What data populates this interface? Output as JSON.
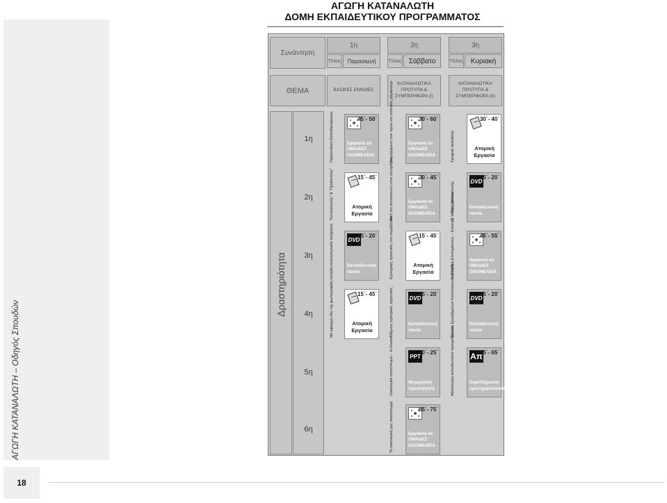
{
  "doc": {
    "title": "ΑΓΩΓΗ ΚΑΤΑΝΑΛΩΤΗ",
    "subtitle": "ΔΟΜΗ ΕΚΠΑΙΔΕΥΤΙΚΟΥ ΠΡΟΓΡΑΜΜΑΤΟΣ",
    "side_text": "ΑΓΩΓΗ ΚΑΤΑΝΑΛΩΤΗ – Οδηγός Σπουδών",
    "page_number": "18"
  },
  "header": {
    "meeting_label": "Συνάντηση",
    "theme_label": "ΘΕΜΑ",
    "activity_label": "Δραστηριότητα",
    "title_word": "Τίτλος",
    "days": [
      {
        "num": "1η",
        "name": "Παρασκευή"
      },
      {
        "num": "2η",
        "name": "Σάββατο"
      },
      {
        "num": "3η",
        "name": "Κυριακή"
      }
    ],
    "themes": [
      "ΒΑΣΙΚΕΣ ΕΝΝΟΙΕΣ",
      "ΚΑΤΑΝΑΛΩΤΙΚΑ ΠΡΟΤΥΠΑ & ΣΥΜΠΕΡΙΦΟΡΑ (I)",
      "ΚΑΤΑΝΑΛΩΤΙΚΑ ΠΡΟΤΥΠΑ & ΣΥΜΠΕΡΙΦΟΡΑ (II)"
    ]
  },
  "rows": [
    "1η",
    "2η",
    "3η",
    "4η",
    "5η",
    "6η"
  ],
  "labels": {
    "group": "Εργασία σε ΟΜΑΔΕΣ ΟΛΟΜΕΛΕΙΑ",
    "individual": "Ατομική Εργασία",
    "video": "Εκπαιδευτική ταινία",
    "theory": "Θεωρητική προσέγγιση",
    "questionnaire": "Συμπλήρωση ερωτηματολογίου"
  },
  "icons": {
    "dvd": "DVD",
    "ppt": "PPT",
    "ap": "Aπ"
  },
  "cells": {
    "d1r1": {
      "topic": "Παρουσίαση Εκπαιδευόμενων",
      "dur": "45΄- 50΄"
    },
    "d1r2": {
      "topic": "“Καταναλωτής” & “Προϊόντα/ες”",
      "dur": "15΄- 45΄"
    },
    "d1r3": {
      "topic": "Ιστορία καταναλωτικού κινήματος",
      "dur": "15΄- 20΄"
    },
    "d1r4": {
      "topic": "Με αφορμή εδώ της φωτογραφίας…",
      "dur": "15΄- 45΄"
    },
    "d2r1": {
      "topic": "Διαμόρφωση των τιμών και πολιτικές μάρκετινγκ",
      "dur": "30΄- 60΄"
    },
    "d2r2": {
      "topic": "Από τον καταναλωτή στον αλγόριθμο",
      "dur": "30΄- 45΄"
    },
    "d2r3": {
      "topic": "Εμπορικές πρακτικές στο περιβάλλον",
      "dur": "15΄- 45΄"
    },
    "d2r4": {
      "topic": "Αθέμιτες εμπορικές πρακτικές",
      "dur": "15΄- 20΄"
    },
    "d2r5": {
      "topic": "Οικολογικό αποτύπωμα – Η έννοια",
      "dur": "10΄- 25΄"
    },
    "d2r6": {
      "topic": "Το οικολογικό μας αποτύπωμα",
      "dur": "65΄- 75΄"
    },
    "d3r1": {
      "topic": "Τροφικά σκάνδαλα",
      "dur": "30΄- 40΄"
    },
    "d3r2": {
      "topic": "Ο “καλός” καταναλωτής",
      "dur": "15΄- 20΄"
    },
    "d3r3": {
      "topic": "Εγγύηση – Επισημάνσεις – Επιλογή – Παρεμβάσεις",
      "dur": "45΄- 55΄"
    },
    "d3r4": {
      "topic": "Ένωση Εργαζόμενων Καταναλωτών Ελλάδος",
      "dur": "15΄- 20΄"
    },
    "d3r5": {
      "topic": "Αξιολόγηση εκπαιδευτικού προγράμματος",
      "dur": "55΄- 65΄"
    }
  }
}
